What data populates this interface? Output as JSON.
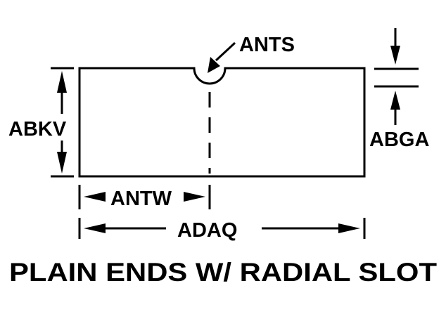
{
  "diagram": {
    "title": "PLAIN ENDS W/ RADIAL SLOT",
    "line_color": "#000000",
    "background": "#ffffff",
    "labels": {
      "slot_radius": "ANTS",
      "height": "ABKV",
      "thickness": "ABGA",
      "slot_position": "ANTW",
      "length": "ADAQ"
    }
  }
}
